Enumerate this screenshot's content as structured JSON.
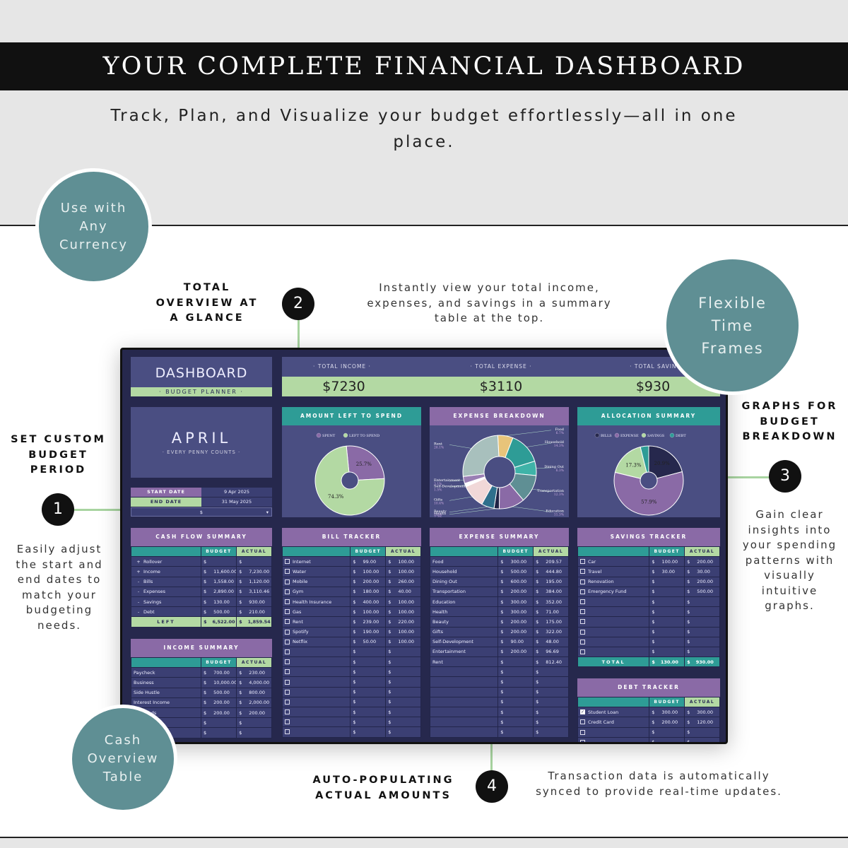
{
  "header": {
    "title": "YOUR COMPLETE FINANCIAL DASHBOARD",
    "subtitle": "Track, Plan, and Visualize your budget effortlessly—all in one place."
  },
  "circles": {
    "currency": "Use with Any Currency",
    "timeframes": "Flexible Time Frames",
    "cash": "Cash Overview Table"
  },
  "callouts": [
    {
      "number": "1",
      "label": "SET CUSTOM BUDGET PERIOD",
      "desc": "Easily adjust the start and end dates to match your budgeting needs."
    },
    {
      "number": "2",
      "label": "TOTAL OVERVIEW AT A GLANCE",
      "desc": "Instantly view your total income, expenses, and savings in a summary table at the top."
    },
    {
      "number": "3",
      "label": "GRAPHS FOR BUDGET BREAKDOWN",
      "desc": "Gain clear insights into your spending patterns with visually intuitive graphs."
    },
    {
      "number": "4",
      "label": "AUTO-POPULATING ACTUAL AMOUNTS",
      "desc": "Transaction data is automatically synced to provide real-time updates."
    }
  ],
  "dashboard": {
    "title": "DASHBOARD",
    "subtitle": "· BUDGET PLANNER ·",
    "month": "APRIL",
    "tagline": "· EVERY PENNY COUNTS ·",
    "start_label": "START DATE",
    "start_value": "9 Apr 2025",
    "end_label": "END DATE",
    "end_value": "31 May 2025",
    "currency": "$",
    "totals": [
      {
        "label": "· TOTAL INCOME ·",
        "value": "$7230"
      },
      {
        "label": "· TOTAL EXPENSE ·",
        "value": "$3110"
      },
      {
        "label": "· TOTAL SAVINGS ·",
        "value": "$930"
      }
    ],
    "colors": {
      "teal": "#2e9c96",
      "purple": "#8a6aa6",
      "green": "#b3d9a3",
      "navy": "#26284d",
      "panel": "#4a4e82"
    }
  },
  "chart_data": [
    {
      "type": "pie",
      "title": "AMOUNT LEFT TO SPEND",
      "categories": [
        "SPENT",
        "LEFT TO SPEND"
      ],
      "values": [
        25.7,
        74.3
      ],
      "colors": [
        "#8a6aa6",
        "#b3d9a3"
      ],
      "labels": [
        "25.7%",
        "74.3%"
      ]
    },
    {
      "type": "pie",
      "title": "EXPENSE BREAKDOWN",
      "categories": [
        "Food",
        "Household",
        "Dining Out",
        "Transportation",
        "Education",
        "Health",
        "Beauty",
        "Gifts",
        "Self-Development",
        "Entertainment",
        "Rent"
      ],
      "values": [
        6.7,
        14.3,
        6.3,
        12.3,
        11.3,
        2.3,
        5.6,
        10.4,
        1.5,
        3.1,
        26.1
      ],
      "colors": [
        "#e8c47a",
        "#2e9c96",
        "#3fb3a8",
        "#5f8f94",
        "#8a6aa6",
        "#1f2245",
        "#2e6f8c",
        "#f1d8d8",
        "#ffffff",
        "#9a7fb4",
        "#a8c0bd"
      ]
    },
    {
      "type": "pie",
      "title": "ALLOCATION SUMMARY",
      "categories": [
        "BILLS",
        "EXPENSE",
        "SAVINGS",
        "DEBT"
      ],
      "values": [
        20.9,
        57.9,
        17.3,
        3.9
      ],
      "colors": [
        "#26284d",
        "#8a6aa6",
        "#b3d9a3",
        "#2e9c96"
      ],
      "labels": [
        "20.9%",
        "57.9%",
        "17.3%",
        ""
      ]
    }
  ],
  "cashflow": {
    "title": "CASH FLOW SUMMARY",
    "headers": [
      "BUDGET",
      "ACTUAL"
    ],
    "rows": [
      [
        "+",
        "Rollover",
        "",
        ""
      ],
      [
        "+",
        "Income",
        "11,600.00",
        "7,230.00"
      ],
      [
        "-",
        "Bills",
        "1,558.00",
        "1,120.00"
      ],
      [
        "-",
        "Expenses",
        "2,890.00",
        "3,110.46"
      ],
      [
        "-",
        "Savings",
        "130.00",
        "930.00"
      ],
      [
        "-",
        "Debt",
        "500.00",
        "210.00"
      ]
    ],
    "total": [
      "LEFT",
      "6,522.00",
      "1,859.54"
    ]
  },
  "income": {
    "title": "INCOME SUMMARY",
    "headers": [
      "BUDGET",
      "ACTUAL"
    ],
    "rows": [
      [
        "Paycheck",
        "700.00",
        "230.00"
      ],
      [
        "Business",
        "10,000.00",
        "4,000.00"
      ],
      [
        "Side Hustle",
        "500.00",
        "800.00"
      ],
      [
        "Interest Income",
        "200.00",
        "2,000.00"
      ],
      [
        "Dividends",
        "200.00",
        "200.00"
      ],
      [
        "",
        "",
        ""
      ],
      [
        "",
        "",
        ""
      ]
    ]
  },
  "bills": {
    "title": "BILL TRACKER",
    "headers": [
      "BUDGET",
      "ACTUAL"
    ],
    "rows": [
      [
        "Internet",
        "99.00",
        "100.00"
      ],
      [
        "Water",
        "100.00",
        "100.00"
      ],
      [
        "Mobile",
        "200.00",
        "260.00"
      ],
      [
        "Gym",
        "180.00",
        "40.00"
      ],
      [
        "Health Insurance",
        "400.00",
        "100.00"
      ],
      [
        "Gas",
        "100.00",
        "100.00"
      ],
      [
        "Rent",
        "239.00",
        "220.00"
      ],
      [
        "Spotify",
        "190.00",
        "100.00"
      ],
      [
        "Netflix",
        "50.00",
        "100.00"
      ],
      [
        "",
        "",
        ""
      ],
      [
        "",
        "",
        ""
      ],
      [
        "",
        "",
        ""
      ],
      [
        "",
        "",
        ""
      ],
      [
        "",
        "",
        ""
      ],
      [
        "",
        "",
        ""
      ],
      [
        "",
        "",
        ""
      ],
      [
        "",
        "",
        ""
      ],
      [
        "",
        "",
        ""
      ]
    ]
  },
  "expenses": {
    "title": "EXPENSE SUMMARY",
    "headers": [
      "BUDGET",
      "ACTUAL"
    ],
    "rows": [
      [
        "Food",
        "300.00",
        "209.57"
      ],
      [
        "Household",
        "500.00",
        "444.80"
      ],
      [
        "Dining Out",
        "600.00",
        "195.00"
      ],
      [
        "Transportation",
        "200.00",
        "384.00"
      ],
      [
        "Education",
        "300.00",
        "352.00"
      ],
      [
        "Health",
        "300.00",
        "71.00"
      ],
      [
        "Beauty",
        "200.00",
        "175.00"
      ],
      [
        "Gifts",
        "200.00",
        "322.00"
      ],
      [
        "Self-Development",
        "90.00",
        "48.00"
      ],
      [
        "Entertainment",
        "200.00",
        "96.69"
      ],
      [
        "Rent",
        "",
        "812.40"
      ],
      [
        "",
        "",
        ""
      ],
      [
        "",
        "",
        ""
      ],
      [
        "",
        "",
        ""
      ],
      [
        "",
        "",
        ""
      ],
      [
        "",
        "",
        ""
      ],
      [
        "",
        "",
        ""
      ],
      [
        "",
        "",
        ""
      ]
    ]
  },
  "savings": {
    "title": "SAVINGS TRACKER",
    "headers": [
      "BUDGET",
      "ACTUAL"
    ],
    "rows": [
      [
        "Car",
        "100.00",
        "200.00"
      ],
      [
        "Travel",
        "30.00",
        "30.00"
      ],
      [
        "Renovation",
        "",
        "200.00"
      ],
      [
        "Emergency Fund",
        "",
        "500.00"
      ],
      [
        "",
        "",
        ""
      ],
      [
        "",
        "",
        ""
      ],
      [
        "",
        "",
        ""
      ],
      [
        "",
        "",
        ""
      ],
      [
        "",
        "",
        ""
      ],
      [
        "",
        "",
        ""
      ]
    ],
    "total": [
      "TOTAL",
      "130.00",
      "930.00"
    ]
  },
  "debt": {
    "title": "DEBT TRACKER",
    "headers": [
      "BUDGET",
      "ACTUAL"
    ],
    "rows": [
      [
        "Student Loan",
        "300.00",
        "300.00",
        true
      ],
      [
        "Credit Card",
        "200.00",
        "120.00",
        false
      ],
      [
        "",
        "",
        "",
        false
      ],
      [
        "",
        "",
        "",
        false
      ]
    ]
  }
}
